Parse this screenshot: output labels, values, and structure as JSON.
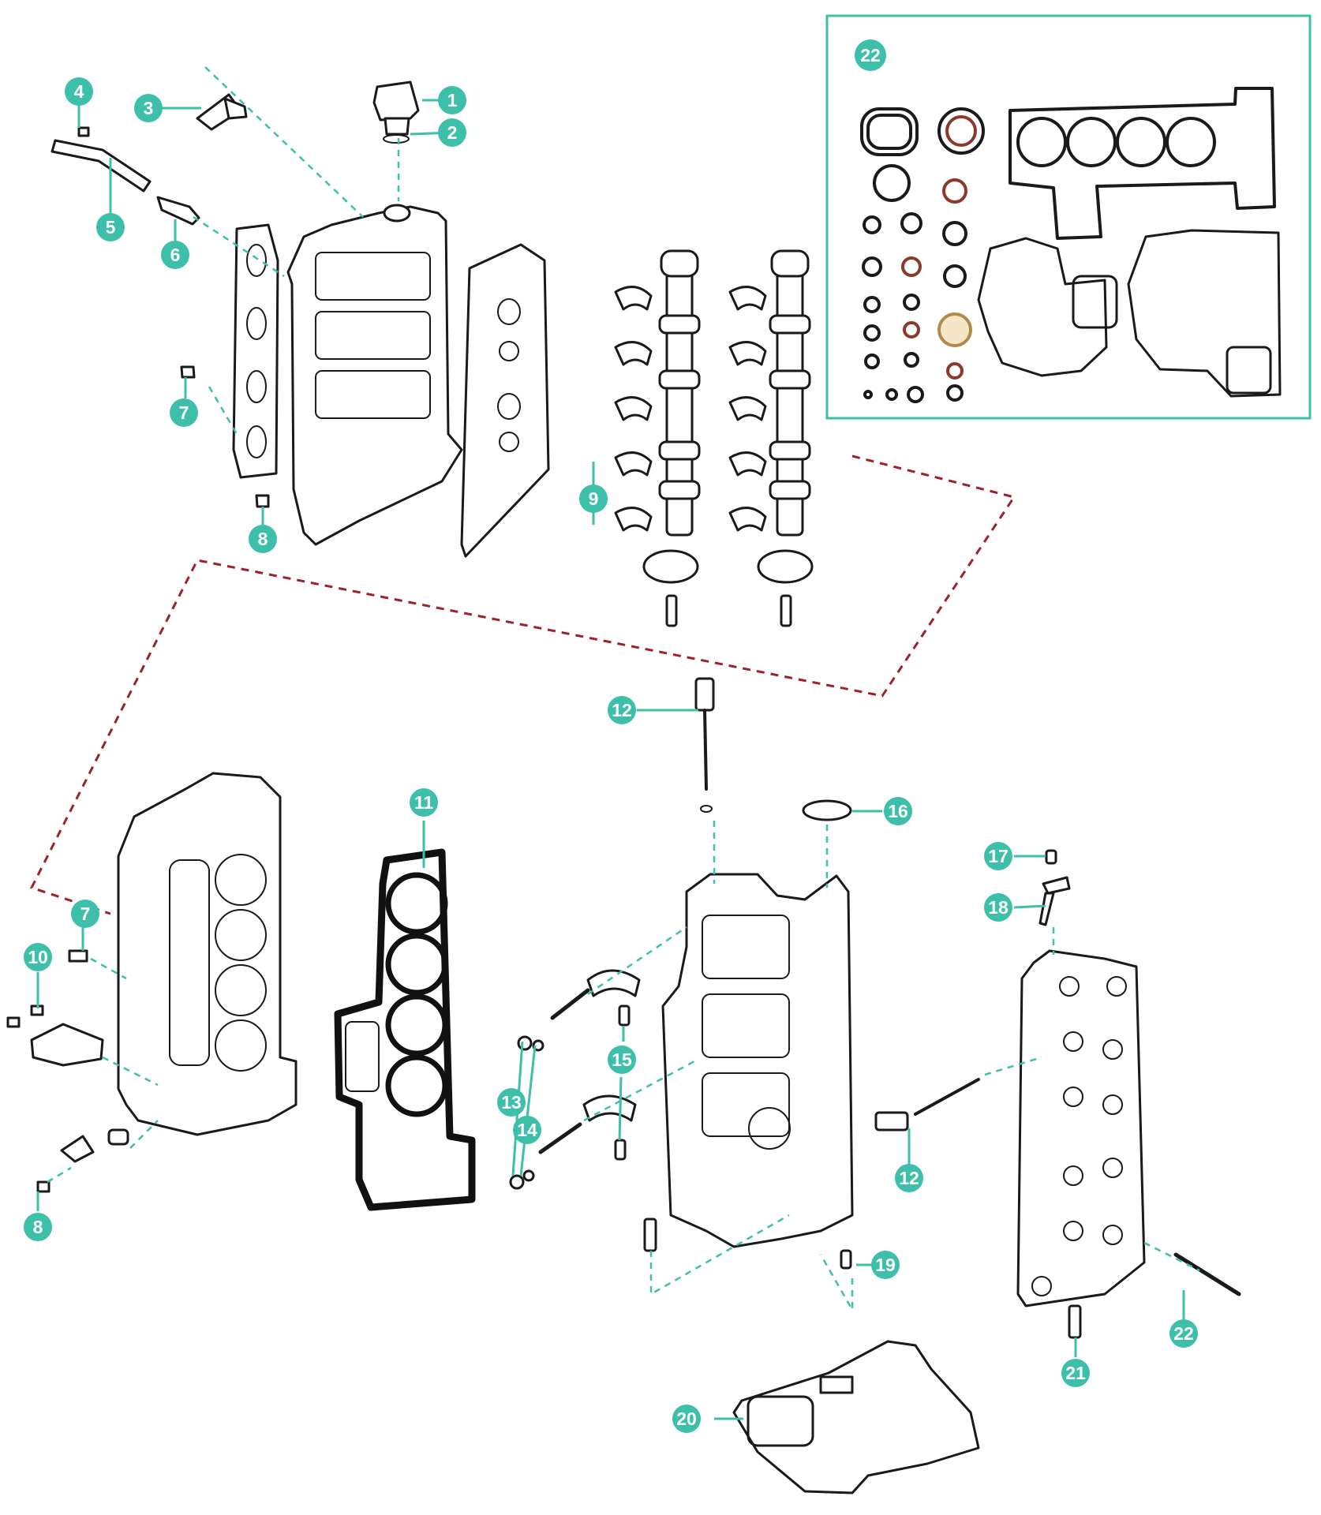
{
  "accent_color": "#3dbfa9",
  "link_color": "#a0202a",
  "callouts": [
    {
      "id": "c1",
      "label": "1"
    },
    {
      "id": "c2",
      "label": "2"
    },
    {
      "id": "c3",
      "label": "3"
    },
    {
      "id": "c4",
      "label": "4"
    },
    {
      "id": "c5",
      "label": "5"
    },
    {
      "id": "c6",
      "label": "6"
    },
    {
      "id": "c7a",
      "label": "7"
    },
    {
      "id": "c8a",
      "label": "8"
    },
    {
      "id": "c9",
      "label": "9"
    },
    {
      "id": "c22kit",
      "label": "22"
    },
    {
      "id": "c12a",
      "label": "12"
    },
    {
      "id": "c16",
      "label": "16"
    },
    {
      "id": "c11",
      "label": "11"
    },
    {
      "id": "c7b",
      "label": "7"
    },
    {
      "id": "c10",
      "label": "10"
    },
    {
      "id": "c8b",
      "label": "8"
    },
    {
      "id": "c13",
      "label": "13"
    },
    {
      "id": "c14",
      "label": "14"
    },
    {
      "id": "c15",
      "label": "15"
    },
    {
      "id": "c17",
      "label": "17"
    },
    {
      "id": "c18",
      "label": "18"
    },
    {
      "id": "c12b",
      "label": "12"
    },
    {
      "id": "c19",
      "label": "19"
    },
    {
      "id": "c20",
      "label": "20"
    },
    {
      "id": "c21",
      "label": "21"
    },
    {
      "id": "c22",
      "label": "22"
    }
  ]
}
